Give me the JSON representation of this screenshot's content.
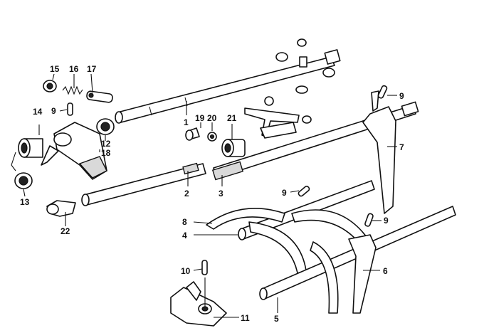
{
  "callouts": {
    "c1": "1",
    "c2": "2",
    "c3": "3",
    "c4": "4",
    "c5": "5",
    "c6": "6",
    "c7": "7",
    "c8": "8",
    "c9a": "9",
    "c9b": "9",
    "c9c": "9",
    "c9d": "9",
    "c10": "10",
    "c11": "11",
    "c12": "12",
    "c13": "13",
    "c14": "14",
    "c15": "15",
    "c16": "16",
    "c17": "17",
    "c18": "18",
    "c19": "19",
    "c20": "20",
    "c21": "21",
    "c22": "22"
  }
}
